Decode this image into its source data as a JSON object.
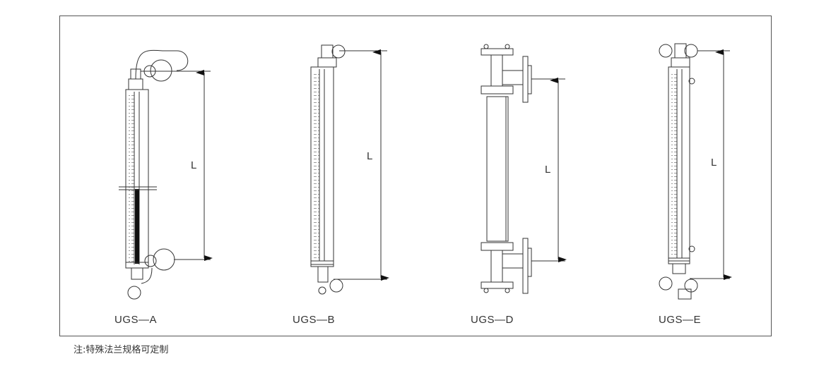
{
  "models": [
    {
      "label": "UGS—A",
      "dimension": "L"
    },
    {
      "label": "UGS—B",
      "dimension": "L"
    },
    {
      "label": "UGS—D",
      "dimension": "L"
    },
    {
      "label": "UGS—E",
      "dimension": "L"
    }
  ],
  "note": "注:特殊法兰规格可定制",
  "colors": {
    "line": "#333333",
    "frame": "#555555"
  }
}
